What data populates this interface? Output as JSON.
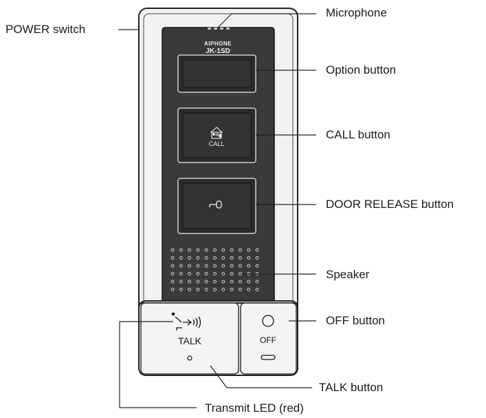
{
  "device": {
    "brand": "AIPHONE",
    "model": "JK-1SD",
    "call_label": "CALL",
    "talk_label": "TALK",
    "off_label": "OFF"
  },
  "callouts": {
    "power_switch": "POWER switch",
    "microphone": "Microphone",
    "option_button": "Option button",
    "call_button": "CALL button",
    "door_release_button": "DOOR RELEASE button",
    "speaker": "Speaker",
    "off_button": "OFF button",
    "talk_button": "TALK button",
    "transmit_led": "Transmit LED (red)"
  },
  "icons": {
    "call": "intercom-call-icon",
    "door_release": "key-icon",
    "talk": "talk-transmit-icon",
    "off": "off-circle-icon"
  }
}
